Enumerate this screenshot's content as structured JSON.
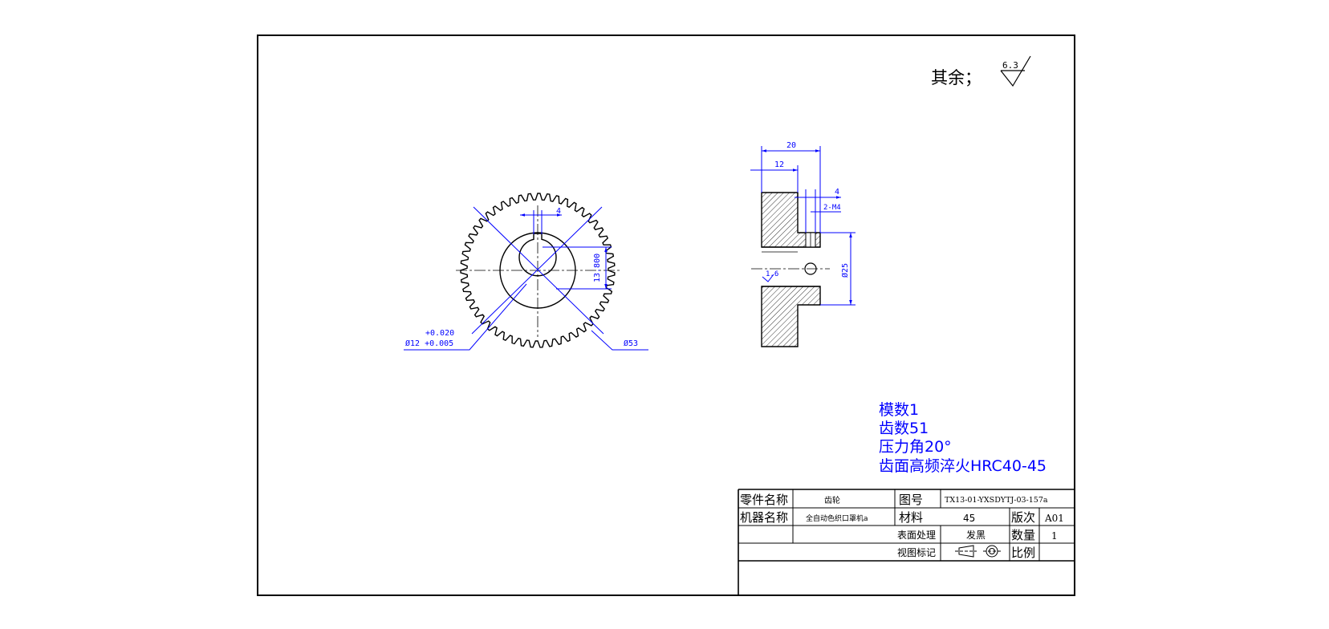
{
  "surface_note": {
    "label": "其余；",
    "roughness_value": "6.3"
  },
  "front_view": {
    "keyway_width": "4",
    "keyway_depth": "13.800",
    "bore_tol_upper": "+0.020",
    "bore_dia_and_lower_tol": "Ø12 +0.005",
    "outer_dia": "Ø53"
  },
  "side_view": {
    "total_width": "20",
    "hub_width": "12",
    "slot_width": "4",
    "tap_hole": "2-M4",
    "hub_dia": "Ø25",
    "chamfer": "1.6"
  },
  "specs": {
    "module": "模数1",
    "teeth": "齿数51",
    "pressure_angle": "压力角20°",
    "hardening": "齿面高频淬火HRC40-45"
  },
  "title_block": {
    "part_name_label": "零件名称",
    "part_name_value": "齿轮",
    "drawing_no_label": "图号",
    "drawing_no_value": "TX13-01-YXSDYTJ-03-157a",
    "machine_name_label": "机器名称",
    "machine_name_value": "全自动色织口罩机a",
    "material_label": "材料",
    "material_value": "45",
    "revision_label": "版次",
    "revision_value": "A01",
    "surface_treatment_label": "表面处理",
    "surface_treatment_value": "发黑",
    "quantity_label": "数量",
    "quantity_value": "1",
    "view_mark_label": "视图标记",
    "scale_label": "比例",
    "scale_value": ""
  },
  "colors": {
    "dimension": "#0000ff",
    "outline": "#000000",
    "background": "#ffffff"
  }
}
